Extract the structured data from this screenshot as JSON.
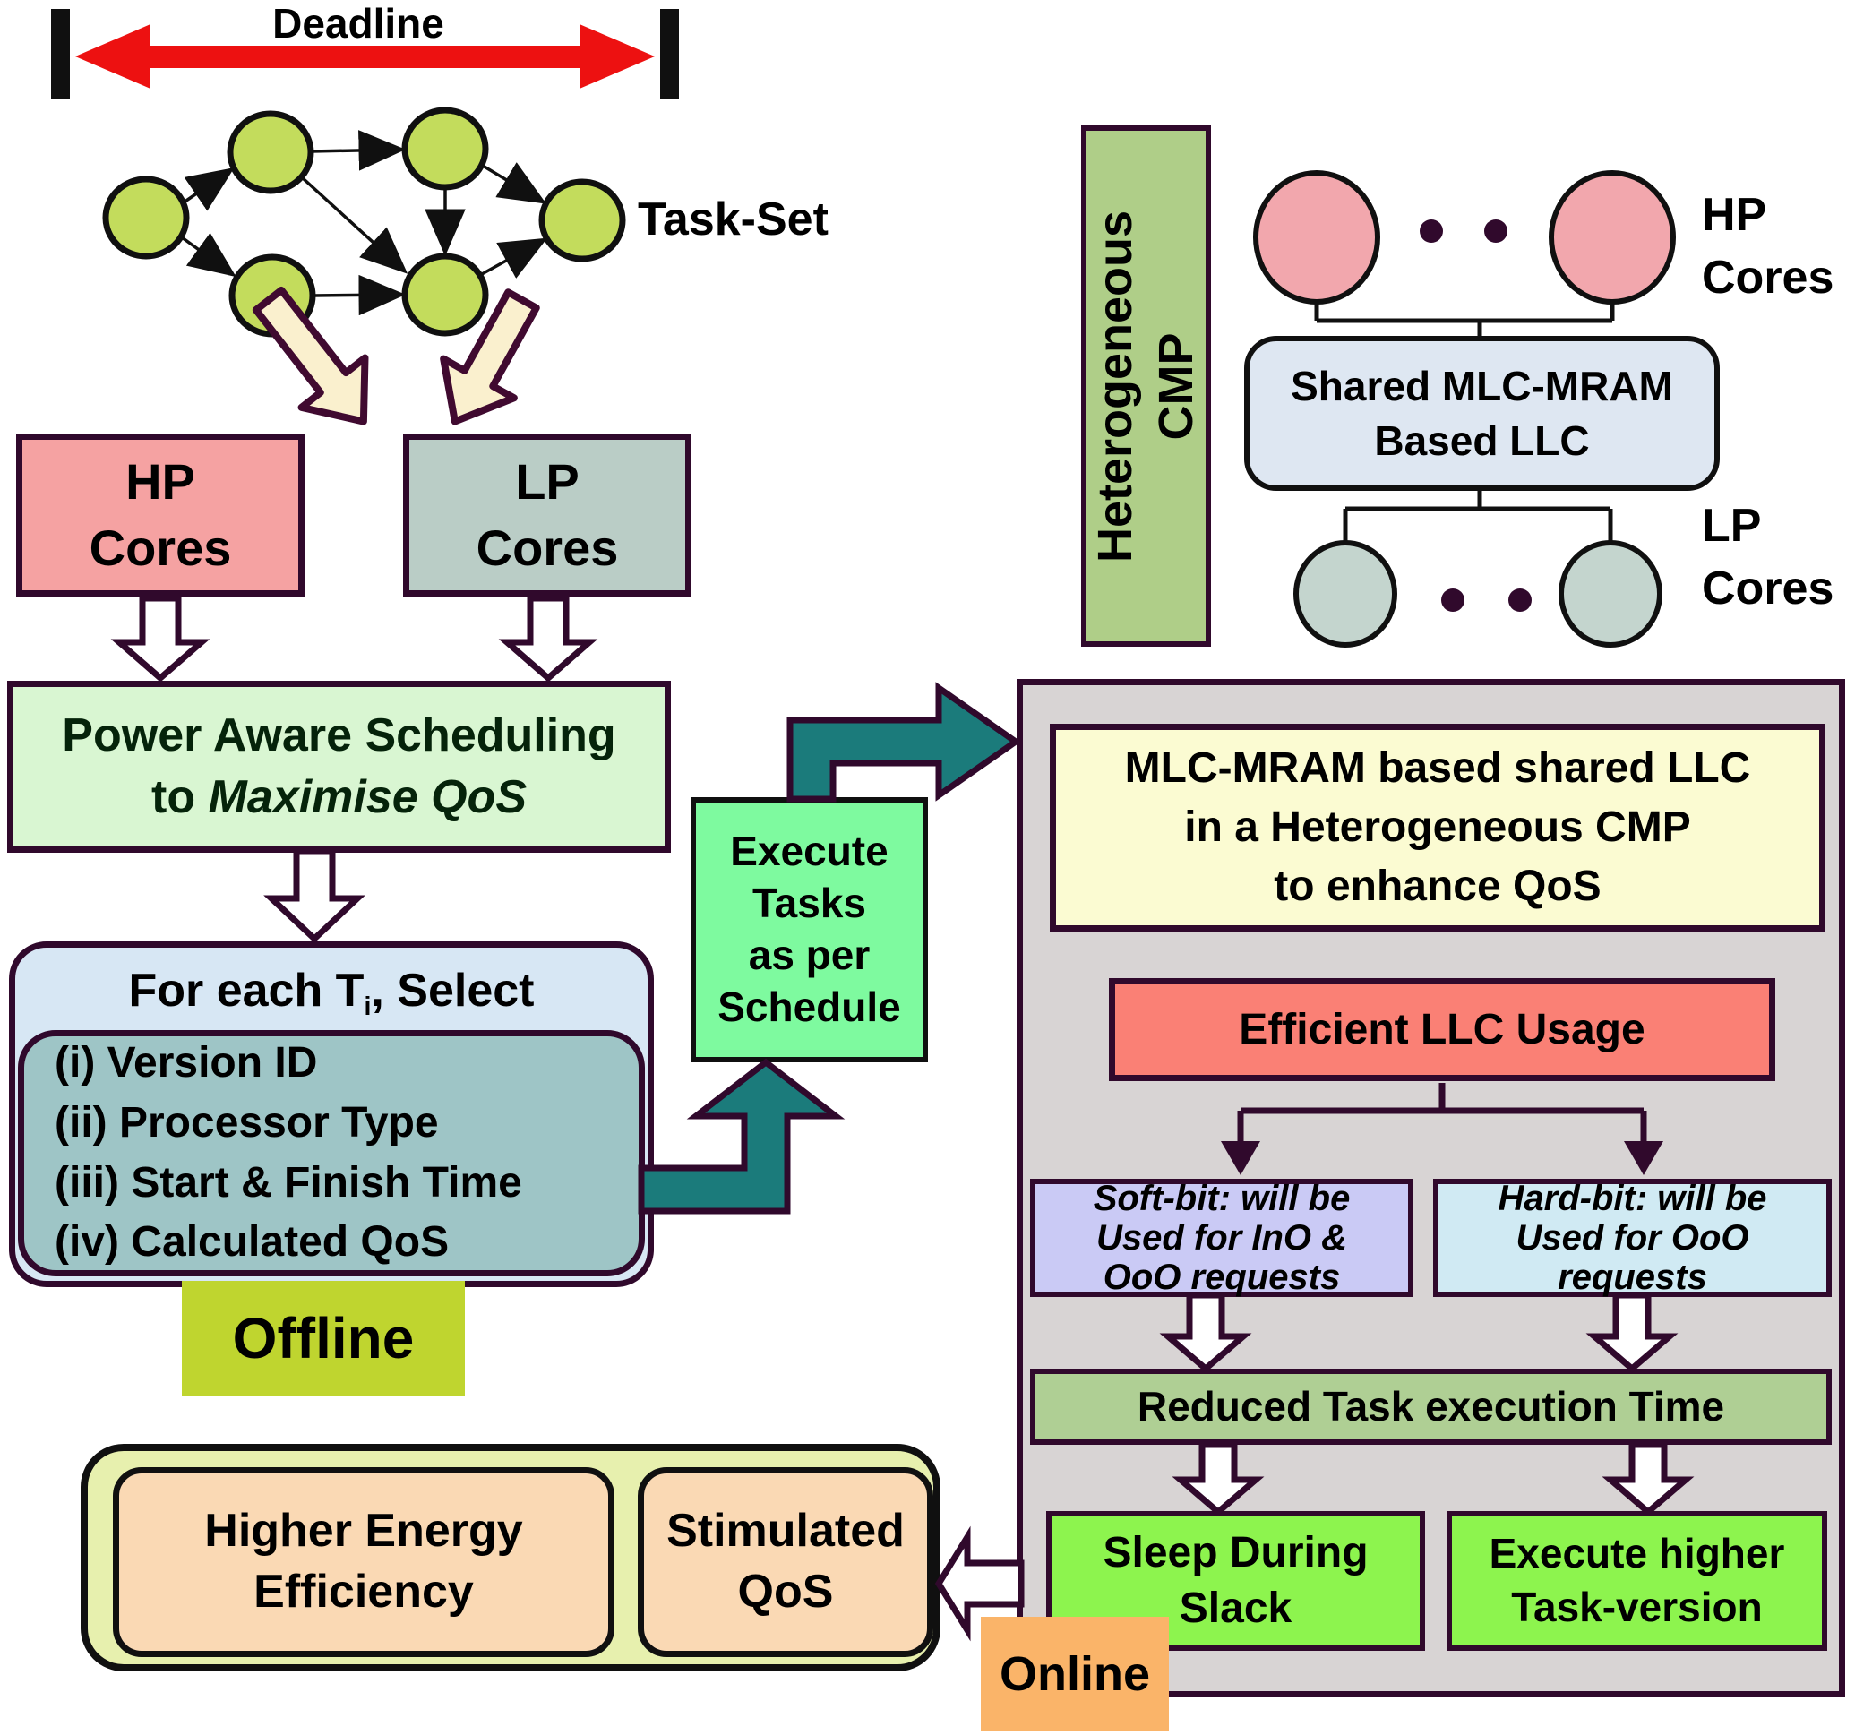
{
  "deadline": {
    "label": "Deadline"
  },
  "task_set": {
    "label": "Task-Set"
  },
  "hp_cores_box": {
    "line1": "HP",
    "line2": "Cores"
  },
  "lp_cores_box": {
    "line1": "LP",
    "line2": "Cores"
  },
  "power_box": {
    "line1": "Power Aware Scheduling",
    "line2_prefix": "to ",
    "line2_italic": "Maximise QoS"
  },
  "for_each": {
    "title_prefix": "For each T",
    "title_sub": "i",
    "title_suffix": ", Select",
    "items": [
      "(i) Version ID",
      "(ii) Processor Type",
      "(iii) Start & Finish Time",
      "(iv) Calculated QoS"
    ]
  },
  "offline_label": "Offline",
  "online_label": "Online",
  "execute_box": {
    "lines": [
      "Execute",
      "Tasks",
      "as per",
      "Schedule"
    ]
  },
  "cmp_cluster": {
    "vertical_label_line1": "Heterogeneous",
    "vertical_label_line2": "CMP",
    "hp_label_line1": "HP",
    "hp_label_line2": "Cores",
    "llc_line1": "Shared MLC-MRAM",
    "llc_line2": "Based LLC",
    "lp_label_line1": "LP",
    "lp_label_line2": "Cores"
  },
  "panel": {
    "title_lines": [
      "MLC-MRAM based shared LLC",
      "in a Heterogeneous CMP",
      "to enhance QoS"
    ],
    "efficient_label": "Efficient LLC Usage",
    "soft_bit_lines": [
      "Soft-bit: will be",
      "Used for InO &",
      "OoO requests"
    ],
    "hard_bit_lines": [
      "Hard-bit: will be",
      "Used for OoO",
      "requests"
    ],
    "reduced_label": "Reduced Task execution Time",
    "sleep_lines": [
      "Sleep During",
      "Slack"
    ],
    "exec_higher_lines": [
      "Execute higher",
      "Task-version"
    ]
  },
  "results": {
    "energy_line1": "Higher Energy",
    "energy_line2": "Efficiency",
    "qos_line1": "Stimulated",
    "qos_line2": "QoS"
  },
  "colors": {
    "node_green": "#c3dc5c",
    "deadline_red": "#ed1111",
    "cream_arrow": "#faf0ce",
    "hp_pink": "#f5a2a2",
    "lp_gray_green": "#bacdc6",
    "power_green": "#d9f6d2",
    "foreach_blue": "#d7e7f4",
    "foreach_teal": "#9ec5c6",
    "offline_green": "#bfd52f",
    "execute_green": "#7efa9f",
    "teal_arrow": "#1b7b7b",
    "panel_gray": "#d8d4d4",
    "title_yellow": "#fbfbd2",
    "efficient_red": "#fa8075",
    "soft_lavender": "#cacaf5",
    "hard_blue": "#d0eaf3",
    "reduced_green": "#afcf94",
    "bright_green": "#8df44e",
    "results_yellow_green": "#e7f0ae",
    "peach": "#fad9b4",
    "online_orange": "#fab469",
    "cmp_bar_green": "#afce88",
    "llc_blue": "#dee7f2",
    "dark_border": "#30092c"
  }
}
